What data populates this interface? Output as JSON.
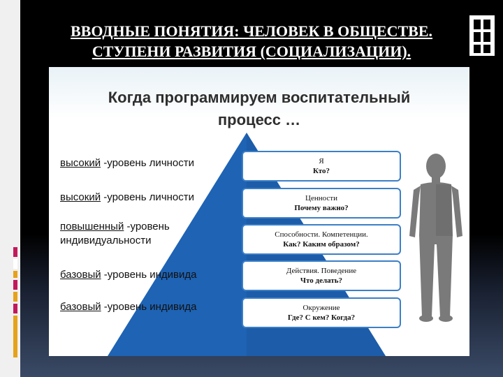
{
  "page": {
    "title_line1": "ВВОДНЫЕ ПОНЯТИЯ: ЧЕЛОВЕК В ОБЩЕСТВЕ.",
    "title_line2": "СТУПЕНИ РАЗВИТИЯ (СОЦИАЛИЗАЦИИ)."
  },
  "slide": {
    "title_line1": "Когда программируем воспитательный",
    "title_line2": "процесс …",
    "levels": [
      {
        "keyword": "высокий",
        "rest": " -уровень личности",
        "rest2": ""
      },
      {
        "keyword": "высокий",
        "rest": " -уровень личности",
        "rest2": ""
      },
      {
        "keyword": "повышенный",
        "rest": " -уровень",
        "rest2": "индивидуальности"
      },
      {
        "keyword": "базовый",
        "rest": " -уровень индивида",
        "rest2": ""
      },
      {
        "keyword": "базовый",
        "rest": " -уровень индивида",
        "rest2": ""
      }
    ],
    "boxes": [
      {
        "line1": "Я",
        "line2": "Кто?"
      },
      {
        "line1": "Ценности",
        "line2": "Почему важно?"
      },
      {
        "line1": "Способности. Компетенции.",
        "line2": "Как? Каким образом?"
      },
      {
        "line1": "Действия. Поведение",
        "line2": "Что делать?"
      },
      {
        "line1": "Окружение",
        "line2": "Где? С кем? Когда?"
      }
    ]
  },
  "colors": {
    "pyramid": "#1e63b4",
    "box_border": "#3b7fc7",
    "figure": "#7a7a7a"
  }
}
